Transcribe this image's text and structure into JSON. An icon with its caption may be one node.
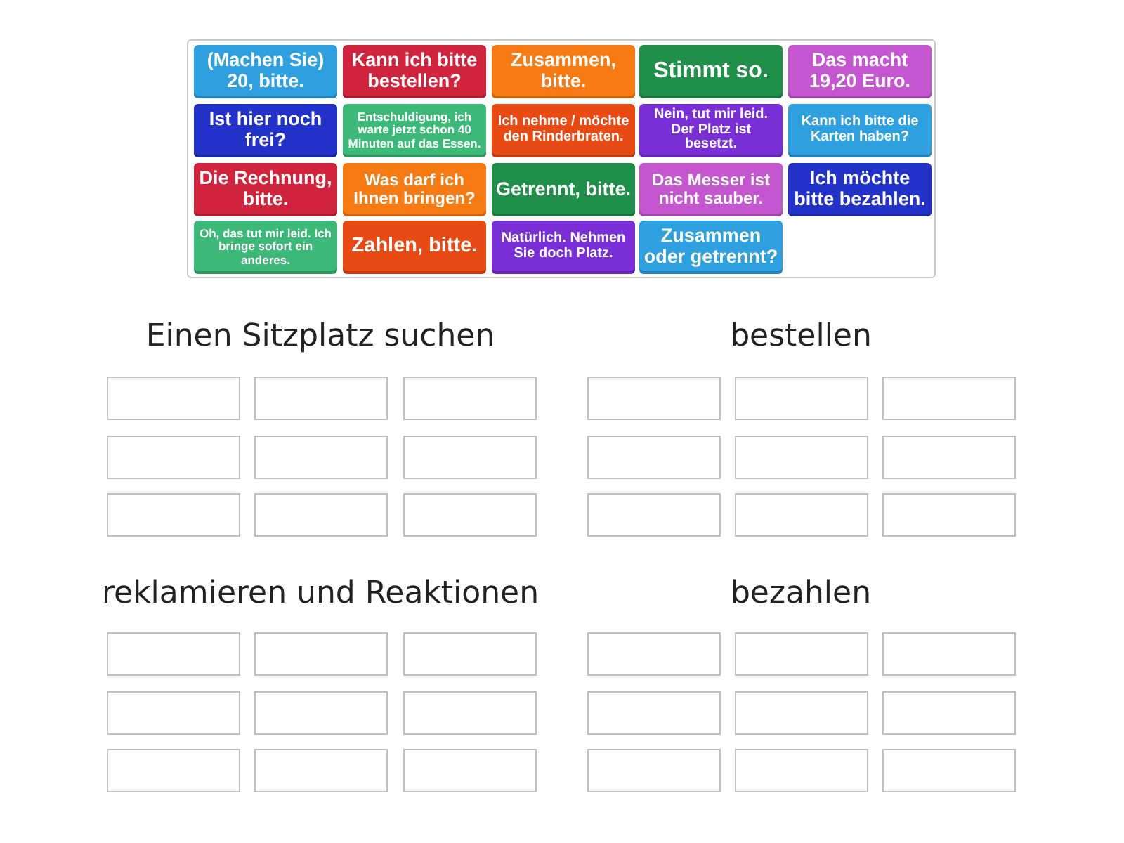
{
  "diagram": {
    "nodes": [
      {
        "text": [],
        "shape": "box"
      },
      {
        "text": [
          "(Machen Sie) 20, bitte."
        ],
        "in": 0
      },
      {
        "text": [
          "Kann ich bitte bestellen?"
        ],
        "in": 0
      },
      {
        "text": [
          "Zusammen, bitte."
        ],
        "in": 0
      },
      {
        "text": [
          "Stimmt so."
        ],
        "in": 0
      },
      {
        "text": [
          "Das macht 19,20 Euro."
        ],
        "in": 0
      },
      {
        "text": [
          "Ist hier noch frei?"
        ],
        "in": 0
      },
      {
        "text": [
          "Entschuldigung, ich warte jetzt schon 40 Minuten auf das Essen."
        ],
        "in": 0
      },
      {
        "text": [
          "Ich nehme / möchte den Rinderbraten."
        ],
        "in": 0
      },
      {
        "text": [
          "Nein, tut mir leid. Der Platz ist besetzt."
        ],
        "in": 0
      },
      {
        "text": [
          "Kann ich bitte die Karten haben?"
        ],
        "in": 0
      },
      {
        "text": [
          "Die Rechnung, bitte."
        ],
        "in": 0
      },
      {
        "text": [
          "Was darf ich Ihnen bringen?"
        ],
        "in": 0
      },
      {
        "text": [
          "Getrennt, bitte."
        ],
        "in": 0
      },
      {
        "text": [
          "Das Messer ist nicht sauber."
        ],
        "in": 0
      },
      {
        "text": [
          "Ich möchte bitte bezahlen."
        ],
        "in": 0
      },
      {
        "text": [
          "Oh, das tut mir leid. Ich bringe sofort ein anderes."
        ],
        "in": 0
      },
      {
        "text": [
          "Zahlen, bitte."
        ],
        "in": 0
      },
      {
        "text": [
          "Natürlich. Nehmen Sie doch Platz."
        ],
        "in": 0
      },
      {
        "text": [
          "Zusammen oder getrennt?"
        ],
        "in": 0
      },
      {
        "text": [],
        "shape": "box"
      },
      {
        "text": [],
        "shape": "box"
      },
      {
        "text": [],
        "shape": "box"
      },
      {
        "text": [],
        "shape": "box"
      },
      {
        "text": [],
        "shape": "box"
      },
      {
        "text": [],
        "shape": "box"
      },
      {
        "text": [],
        "shape": "box"
      },
      {
        "text": [],
        "shape": "box"
      },
      {
        "text": [],
        "shape": "box"
      },
      {
        "text": [],
        "shape": "box"
      },
      {
        "text": [],
        "shape": "box"
      },
      {
        "text": [],
        "shape": "box"
      },
      {
        "text": [],
        "shape": "box"
      },
      {
        "text": [],
        "shape": "box"
      },
      {
        "text": [],
        "shape": "box"
      },
      {
        "text": [],
        "shape": "box"
      },
      {
        "text": [],
        "shape": "box"
      },
      {
        "text": [],
        "shape": "box"
      },
      {
        "text": [],
        "shape": "box"
      },
      {
        "text": [],
        "shape": "box"
      },
      {
        "text": [],
        "shape": "box"
      },
      {
        "text": [],
        "shape": "box"
      },
      {
        "text": [],
        "shape": "box"
      },
      {
        "text": [],
        "shape": "box"
      },
      {
        "text": [],
        "shape": "box"
      },
      {
        "text": [],
        "shape": "box"
      },
      {
        "text": [],
        "shape": "box"
      },
      {
        "text": [],
        "shape": "box"
      },
      {
        "text": [],
        "shape": "box"
      },
      {
        "text": [],
        "shape": "box"
      },
      {
        "text": [],
        "shape": "box"
      },
      {
        "text": [],
        "shape": "box"
      },
      {
        "text": [],
        "shape": "box"
      },
      {
        "text": [],
        "shape": "box"
      },
      {
        "text": [],
        "shape": "box"
      },
      {
        "text": [],
        "shape": "box"
      }
    ],
    "labels": [
      "Einen Sitzplatz suchen",
      "bestellen",
      "reklamieren und Reaktionen",
      "bezahlen"
    ]
  }
}
